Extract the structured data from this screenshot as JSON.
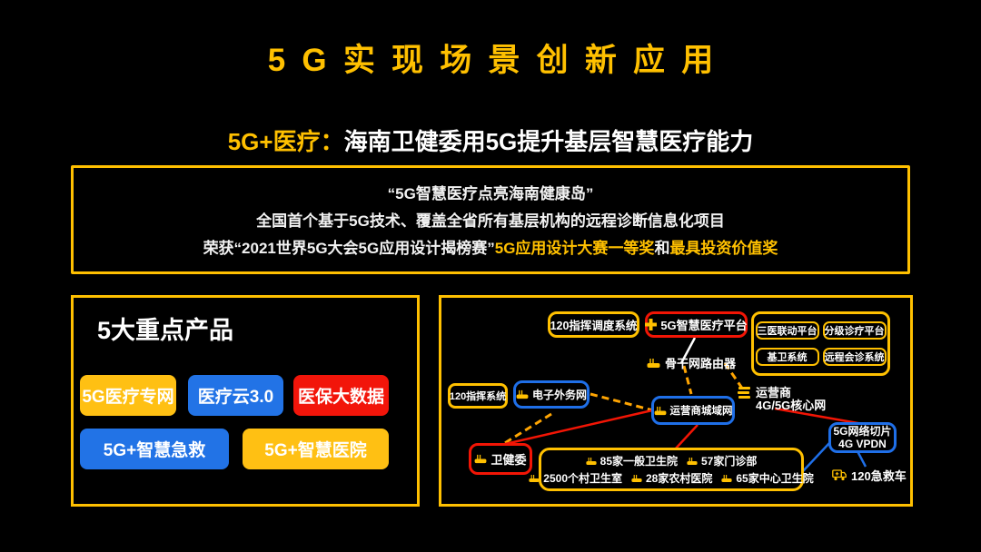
{
  "slide_title": "5G实现场景创新应用",
  "subtitle": {
    "tag": "5G+医疗：",
    "text": "海南卫健委用5G提升基层智慧医疗能力"
  },
  "award": {
    "line1": "“5G智慧医疗点亮海南健康岛”",
    "line2": "全国首个基于5G技术、覆盖全省所有基层机构的远程诊断信息化项目",
    "line3_prefix": "荣获“2021世界5G大会5G应用设计揭榜赛”",
    "award1": "5G应用设计大赛一等奖",
    "conjunction": "和",
    "award2": "最具投资价值奖"
  },
  "products": {
    "heading": "5大重点产品",
    "items": [
      {
        "label": "5G医疗专网",
        "color": "#FFC013"
      },
      {
        "label": "医疗云3.0",
        "color": "#2273E6"
      },
      {
        "label": "医保大数据",
        "color": "#F2150A"
      },
      {
        "label": "5G+智慧急救",
        "color": "#2273E6"
      },
      {
        "label": "5G+智慧医院",
        "color": "#FFC013"
      }
    ]
  },
  "diagram": {
    "dispatch_system": "120指挥调度系统",
    "smart_medical_platform": "5G智慧医疗平台",
    "platforms": [
      "三医联动平台",
      "分级诊疗平台",
      "基卫系统",
      "远程会诊系统"
    ],
    "backbone_router": "骨干网路由器",
    "command_system": "120指挥系统",
    "egov_network": "电子外务网",
    "metro_network": "运营商城域网",
    "core_network": {
      "line1": "运营商",
      "line2": "4G/5G核心网"
    },
    "network_slice": {
      "line1": "5G网络切片",
      "line2": "4G VPDN"
    },
    "health_commission": "卫健委",
    "facilities": [
      "85家一般卫生院",
      "57家门诊部",
      "2500个村卫生室",
      "28家农村医院",
      "65家中心卫生院"
    ],
    "ambulance": "120急救车"
  },
  "colors": {
    "background": "#000000",
    "accent_gold": "#FFC000",
    "accent_red": "#F2150A",
    "accent_blue": "#2273E6",
    "line_dashed": "#FFA502",
    "text_white": "#FFFFFF"
  }
}
